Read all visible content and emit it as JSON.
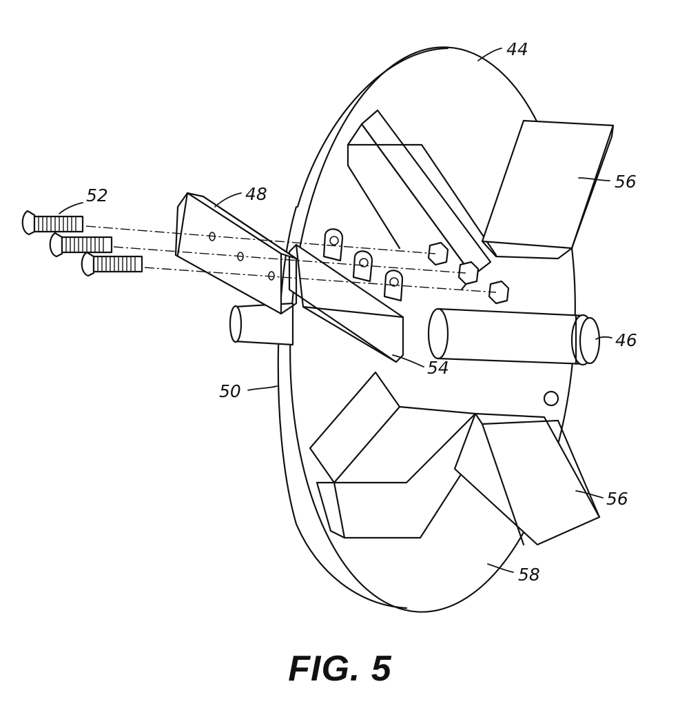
{
  "figure": {
    "title": "FIG. 5"
  },
  "reference_numerals": {
    "rotor_disc_top": "44",
    "shaft": "46",
    "mounting_block": "48",
    "disc_rim": "50",
    "bolts": "52",
    "bracket": "54",
    "paddle_upper": "56",
    "paddle_lower": "56",
    "disc_face": "58"
  }
}
